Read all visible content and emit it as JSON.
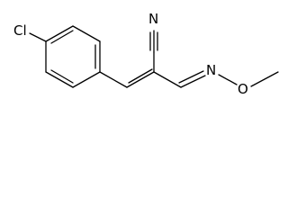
{
  "molecule": {
    "labels": {
      "chlorine": "Cl",
      "nitrile_n": "N",
      "oxime_n": "N",
      "oxygen": "O"
    }
  }
}
